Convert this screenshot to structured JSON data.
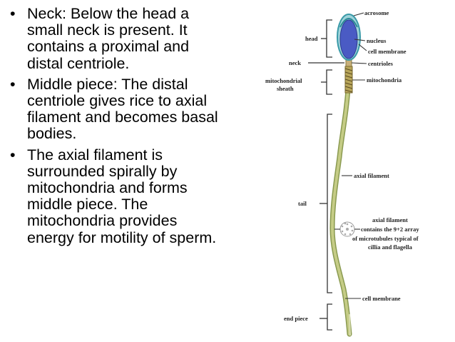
{
  "bullets": [
    "Neck: Below the head a small neck is present. It contains a proximal and distal centriole.",
    "Middle piece: The distal centriole gives rice to axial filament and becomes basal bodies.",
    "The axial filament is surrounded spirally by mitochondria and forms middle piece. The mitochondria provides energy for motility of sperm."
  ],
  "bullet_glyph": "•",
  "diagram": {
    "left_labels": {
      "head": "head",
      "neck": "neck",
      "mito_sheath_1": "mitochondrial",
      "mito_sheath_2": "sheath",
      "tail": "tail",
      "end_piece": "end piece"
    },
    "right_labels": {
      "acrosome": "acrosome",
      "nucleus": "nucleus",
      "cell_membrane_top": "cell membrane",
      "centrioles": "centrioles",
      "mitochondria": "mitochondria",
      "axial_filament": "axial filament",
      "axial_filament_2": "axial filament",
      "contains_1": "contains the 9+2 array",
      "contains_2": "of microtubules typical of",
      "contains_3": "cillia and flagella",
      "cell_membrane_bottom": "cell membrane"
    },
    "colors": {
      "nucleus": "#4a5bc4",
      "head_outline": "#3a9aa8",
      "tail": "#b9c07a",
      "tail_outline": "#8a9a50",
      "midpiece": "#9a8a3a",
      "lines": "#333333"
    }
  }
}
